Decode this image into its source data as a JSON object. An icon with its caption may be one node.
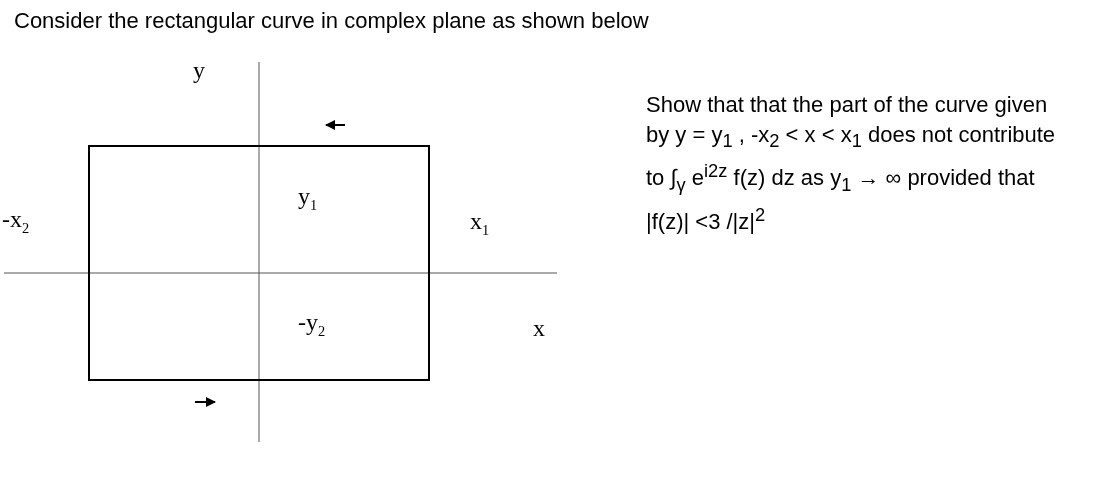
{
  "diagram": {
    "title": "Consider the rectangular curve in complex plane as shown below",
    "labels": [
      "y",
      "y$_{1}$",
      "-x$_{2}$",
      "x$_{1}$",
      "-y$_{2}$",
      "x",
      "Show that that the part of the curve given by y = y$_{1}$ , -x$_{2}$ < x < x$_{1}$ does not contribute to ∫$_{γ}$ e$^{i2z}$ f(z) dz as y$_{1}$ → ∞ provided that |f(z)| <3 /|z|$^{2}$"
    ]
  }
}
